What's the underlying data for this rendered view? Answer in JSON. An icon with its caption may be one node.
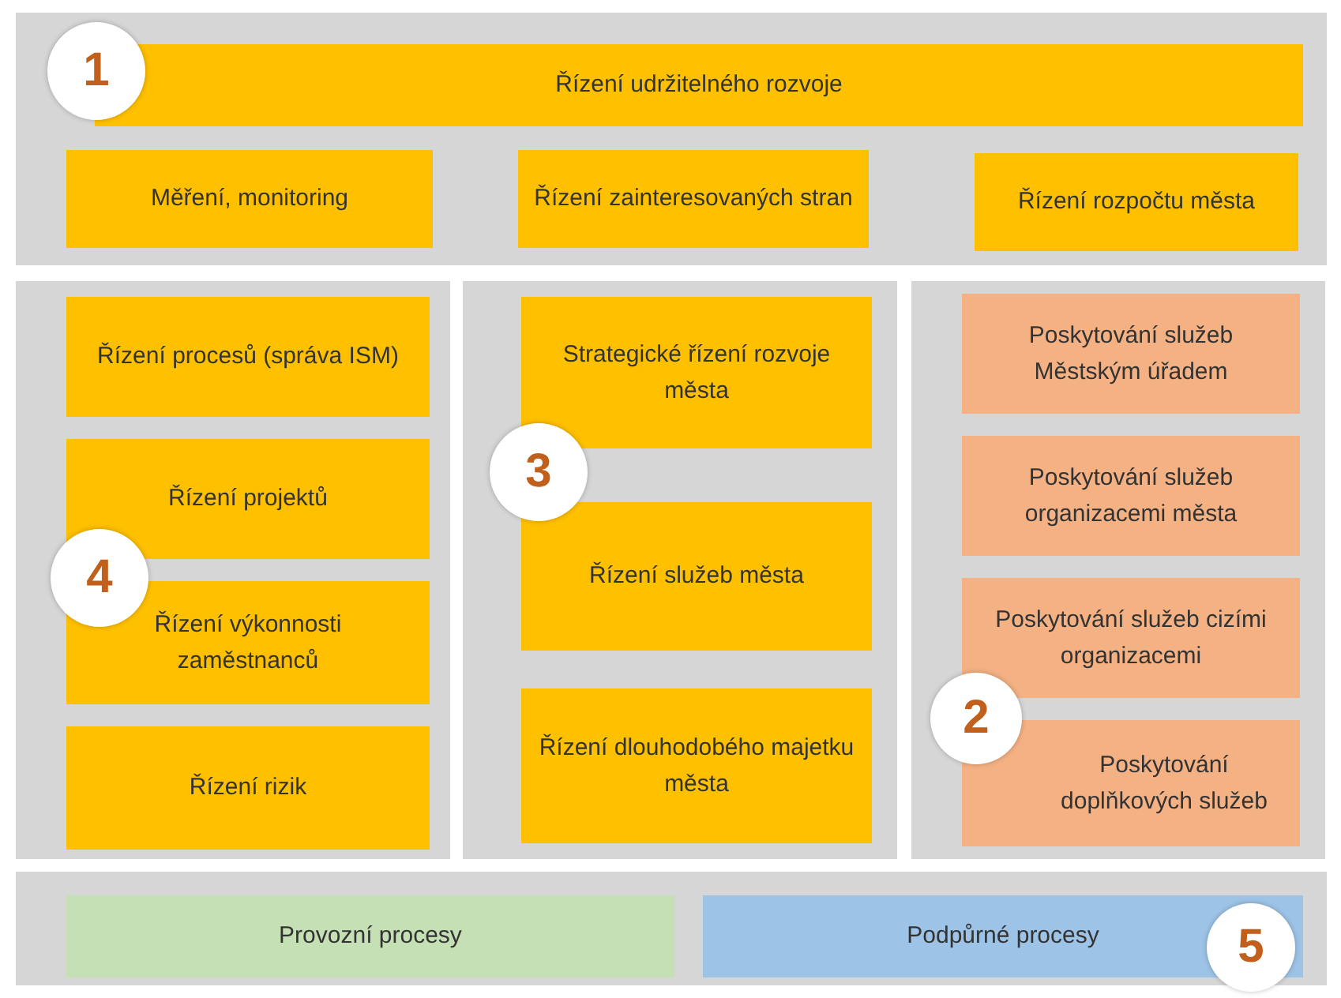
{
  "diagram": {
    "nodes": [
      {
        "text": [],
        "shape": "box"
      },
      {
        "text": [
          "1"
        ],
        "in": 0
      },
      {
        "text": [
          "Řízení udržitelného rozvoje"
        ],
        "in": 0
      },
      {
        "text": [
          "Měření, monitoring"
        ],
        "in": 0
      },
      {
        "text": [
          "Řízení zainteresovaných stran"
        ],
        "in": 0
      },
      {
        "text": [
          "Řízení rozpočtu města"
        ],
        "in": 0
      },
      {
        "text": [],
        "shape": "box"
      },
      {
        "text": [
          "Řízení procesů (správa ISM)"
        ],
        "in": 6
      },
      {
        "text": [
          "Řízení projektů"
        ],
        "in": 6
      },
      {
        "text": [
          "4"
        ],
        "in": 6
      },
      {
        "text": [
          "Řízení výkonnosti zaměstnanců"
        ],
        "in": 6
      },
      {
        "text": [
          "Řízení rizik"
        ],
        "in": 6
      },
      {
        "text": [],
        "shape": "box"
      },
      {
        "text": [
          "Strategické řízení rozvoje města"
        ],
        "in": 12
      },
      {
        "text": [
          "3"
        ],
        "in": 12
      },
      {
        "text": [
          "Řízení služeb města"
        ],
        "in": 12
      },
      {
        "text": [
          "Řízení dlouhodobého majetku města"
        ],
        "in": 12
      },
      {
        "text": [],
        "shape": "box"
      },
      {
        "text": [
          "Poskytování služeb Městským úřadem"
        ],
        "in": 17
      },
      {
        "text": [
          "Poskytování služeb organizacemi města"
        ],
        "in": 17
      },
      {
        "text": [
          "Poskytování služeb cizími organizacemi"
        ],
        "in": 17
      },
      {
        "text": [
          "2"
        ],
        "in": 17
      },
      {
        "text": [
          "Poskytování doplňkových služeb"
        ],
        "in": 17
      },
      {
        "text": [],
        "shape": "box"
      },
      {
        "text": [
          "Provozní procesy"
        ],
        "in": 23
      },
      {
        "text": [
          "Podpůrné procesy"
        ],
        "in": 23
      },
      {
        "text": [
          "5"
        ],
        "in": 23
      }
    ],
    "edges": []
  }
}
